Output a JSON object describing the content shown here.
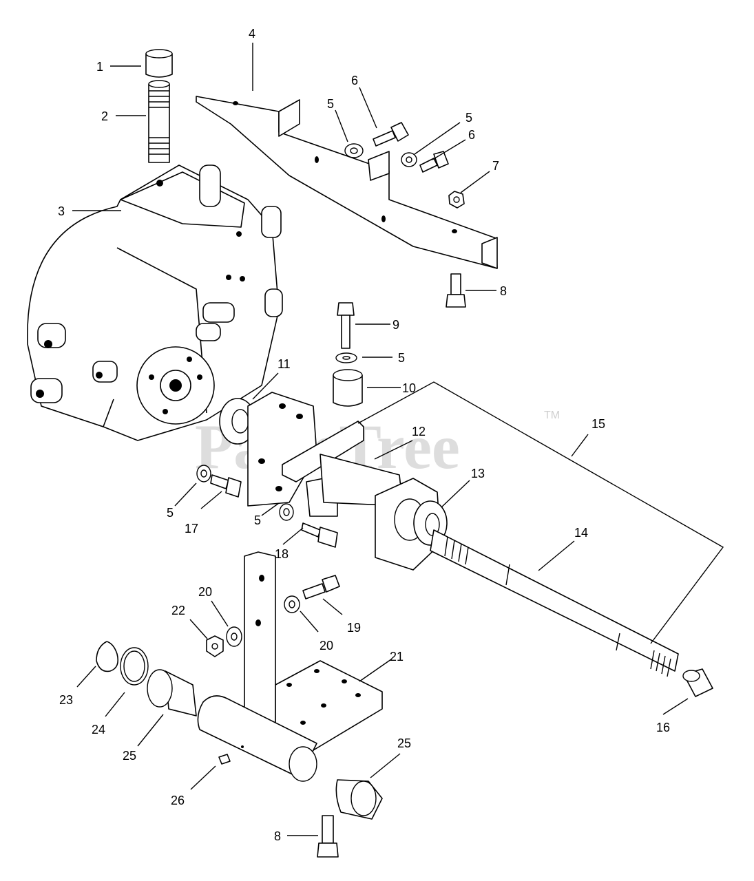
{
  "watermark": {
    "text": "PartsTree",
    "trademark": "TM"
  },
  "callouts": [
    "1",
    "2",
    "3",
    "4",
    "5",
    "6",
    "5",
    "6",
    "7",
    "8",
    "9",
    "5",
    "10",
    "11",
    "12",
    "15",
    "13",
    "5",
    "17",
    "5",
    "18",
    "14",
    "20",
    "22",
    "19",
    "20",
    "21",
    "23",
    "24",
    "25",
    "16",
    "25",
    "26",
    "8"
  ]
}
